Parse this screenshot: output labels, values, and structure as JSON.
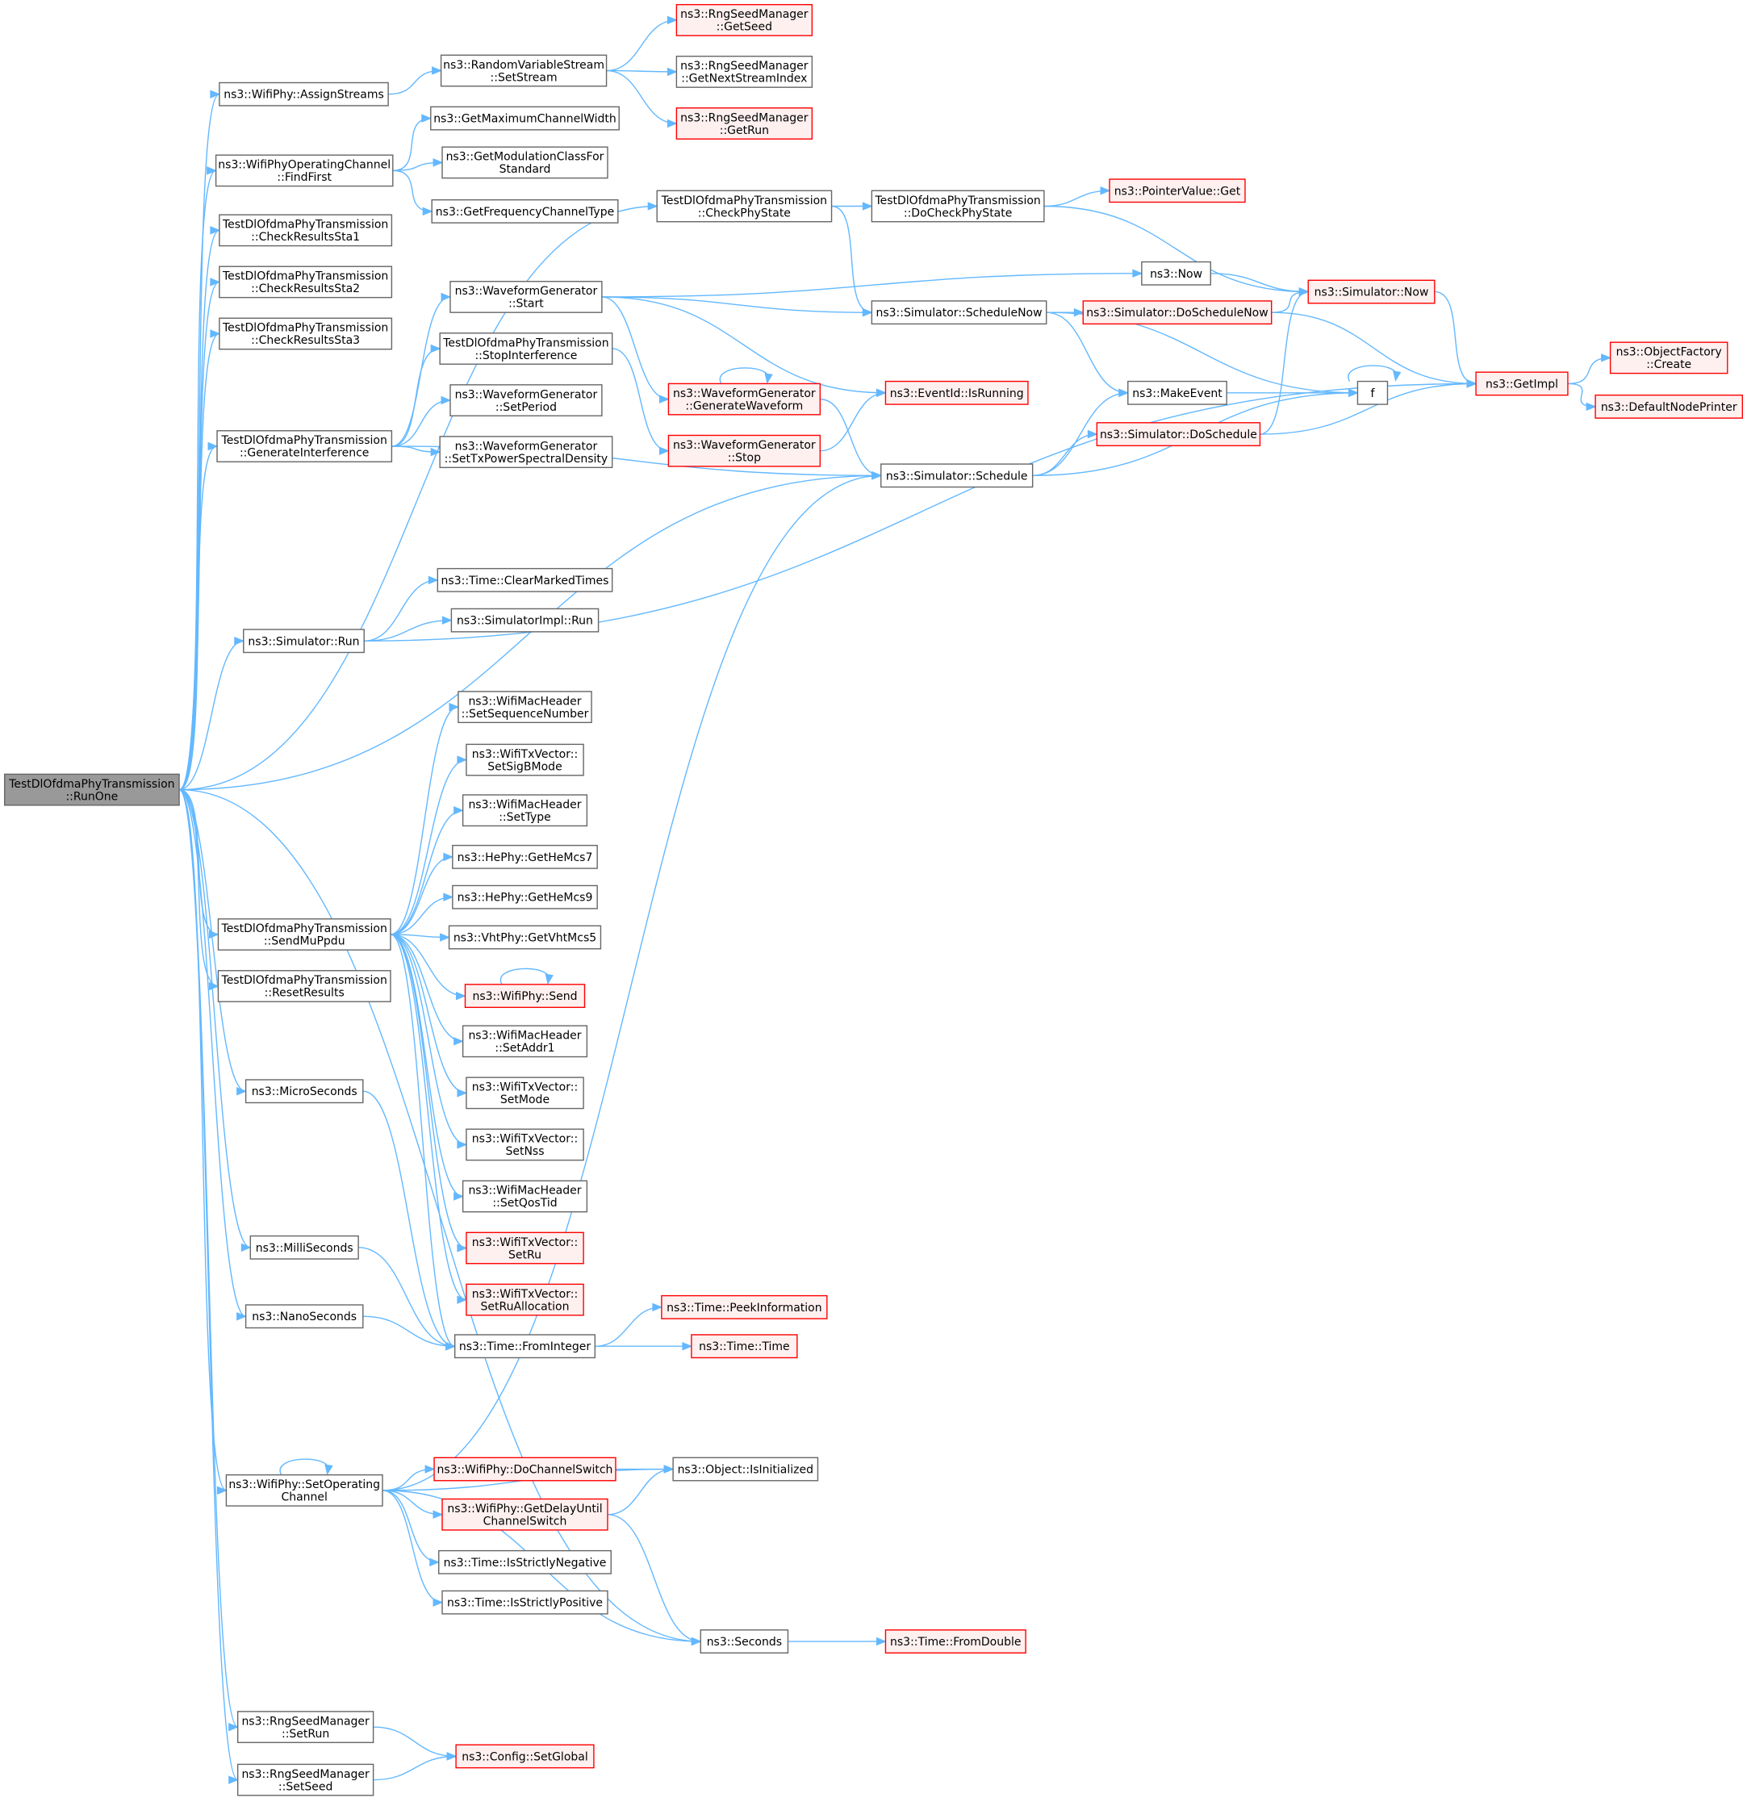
{
  "diagram": {
    "colors": {
      "edge": "#63b8ff",
      "normal_border": "#666666",
      "red_border": "#ff0000",
      "red_fill": "#fff0f0",
      "root_fill": "#999999"
    },
    "nodes": [
      {
        "id": "root",
        "lines": [
          "TestDlOfdmaPhyTransmission",
          "::RunOne"
        ],
        "style": "root"
      },
      {
        "id": "assignStreams",
        "lines": [
          "ns3::WifiPhy::AssignStreams"
        ],
        "style": "normal"
      },
      {
        "id": "findFirst",
        "lines": [
          "ns3::WifiPhyOperatingChannel",
          "::FindFirst"
        ],
        "style": "normal"
      },
      {
        "id": "crs1",
        "lines": [
          "TestDlOfdmaPhyTransmission",
          "::CheckResultsSta1"
        ],
        "style": "normal"
      },
      {
        "id": "crs2",
        "lines": [
          "TestDlOfdmaPhyTransmission",
          "::CheckResultsSta2"
        ],
        "style": "normal"
      },
      {
        "id": "crs3",
        "lines": [
          "TestDlOfdmaPhyTransmission",
          "::CheckResultsSta3"
        ],
        "style": "normal"
      },
      {
        "id": "genInterf",
        "lines": [
          "TestDlOfdmaPhyTransmission",
          "::GenerateInterference"
        ],
        "style": "normal"
      },
      {
        "id": "simRun",
        "lines": [
          "ns3::Simulator::Run"
        ],
        "style": "normal"
      },
      {
        "id": "sendMu",
        "lines": [
          "TestDlOfdmaPhyTransmission",
          "::SendMuPpdu"
        ],
        "style": "normal"
      },
      {
        "id": "resetRes",
        "lines": [
          "TestDlOfdmaPhyTransmission",
          "::ResetResults"
        ],
        "style": "normal"
      },
      {
        "id": "micro",
        "lines": [
          "ns3::MicroSeconds"
        ],
        "style": "normal"
      },
      {
        "id": "milli",
        "lines": [
          "ns3::MilliSeconds"
        ],
        "style": "normal"
      },
      {
        "id": "nano",
        "lines": [
          "ns3::NanoSeconds"
        ],
        "style": "normal"
      },
      {
        "id": "setOpCh",
        "lines": [
          "ns3::WifiPhy::SetOperating",
          "Channel"
        ],
        "style": "normal"
      },
      {
        "id": "rngSetRun",
        "lines": [
          "ns3::RngSeedManager",
          "::SetRun"
        ],
        "style": "normal"
      },
      {
        "id": "rngSetSeed",
        "lines": [
          "ns3::RngSeedManager",
          "::SetSeed"
        ],
        "style": "normal"
      },
      {
        "id": "rvsSetStream",
        "lines": [
          "ns3::RandomVariableStream",
          "::SetStream"
        ],
        "style": "normal"
      },
      {
        "id": "getMaxCw",
        "lines": [
          "ns3::GetMaximumChannelWidth"
        ],
        "style": "normal"
      },
      {
        "id": "getModClass",
        "lines": [
          "ns3::GetModulationClassFor",
          "Standard"
        ],
        "style": "normal"
      },
      {
        "id": "getFreqType",
        "lines": [
          "ns3::GetFrequencyChannelType"
        ],
        "style": "normal"
      },
      {
        "id": "wgStart",
        "lines": [
          "ns3::WaveformGenerator",
          "::Start"
        ],
        "style": "normal"
      },
      {
        "id": "stopInterf",
        "lines": [
          "TestDlOfdmaPhyTransmission",
          "::StopInterference"
        ],
        "style": "normal"
      },
      {
        "id": "wgSetPeriod",
        "lines": [
          "ns3::WaveformGenerator",
          "::SetPeriod"
        ],
        "style": "normal"
      },
      {
        "id": "wgSetTxPsd",
        "lines": [
          "ns3::WaveformGenerator",
          "::SetTxPowerSpectralDensity"
        ],
        "style": "normal"
      },
      {
        "id": "clearMarked",
        "lines": [
          "ns3::Time::ClearMarkedTimes"
        ],
        "style": "normal"
      },
      {
        "id": "simImplRun",
        "lines": [
          "ns3::SimulatorImpl::Run"
        ],
        "style": "normal"
      },
      {
        "id": "setSeqNum",
        "lines": [
          "ns3::WifiMacHeader",
          "::SetSequenceNumber"
        ],
        "style": "normal"
      },
      {
        "id": "setSigB",
        "lines": [
          "ns3::WifiTxVector::",
          "SetSigBMode"
        ],
        "style": "normal"
      },
      {
        "id": "setType",
        "lines": [
          "ns3::WifiMacHeader",
          "::SetType"
        ],
        "style": "normal"
      },
      {
        "id": "heMcs7",
        "lines": [
          "ns3::HePhy::GetHeMcs7"
        ],
        "style": "normal"
      },
      {
        "id": "heMcs9",
        "lines": [
          "ns3::HePhy::GetHeMcs9"
        ],
        "style": "normal"
      },
      {
        "id": "vhtMcs5",
        "lines": [
          "ns3::VhtPhy::GetVhtMcs5"
        ],
        "style": "normal"
      },
      {
        "id": "phySend",
        "lines": [
          "ns3::WifiPhy::Send"
        ],
        "style": "red"
      },
      {
        "id": "setAddr1",
        "lines": [
          "ns3::WifiMacHeader",
          "::SetAddr1"
        ],
        "style": "normal"
      },
      {
        "id": "setMode",
        "lines": [
          "ns3::WifiTxVector::",
          "SetMode"
        ],
        "style": "normal"
      },
      {
        "id": "setNss",
        "lines": [
          "ns3::WifiTxVector::",
          "SetNss"
        ],
        "style": "normal"
      },
      {
        "id": "setQosTid",
        "lines": [
          "ns3::WifiMacHeader",
          "::SetQosTid"
        ],
        "style": "normal"
      },
      {
        "id": "setRu",
        "lines": [
          "ns3::WifiTxVector::",
          "SetRu"
        ],
        "style": "red"
      },
      {
        "id": "setRuAlloc",
        "lines": [
          "ns3::WifiTxVector::",
          "SetRuAllocation"
        ],
        "style": "red"
      },
      {
        "id": "fromInteger",
        "lines": [
          "ns3::Time::FromInteger"
        ],
        "style": "normal"
      },
      {
        "id": "doChSwitch",
        "lines": [
          "ns3::WifiPhy::DoChannelSwitch"
        ],
        "style": "red"
      },
      {
        "id": "getDelayCs",
        "lines": [
          "ns3::WifiPhy::GetDelayUntil",
          "ChannelSwitch"
        ],
        "style": "red"
      },
      {
        "id": "isStrictNeg",
        "lines": [
          "ns3::Time::IsStrictlyNegative"
        ],
        "style": "normal"
      },
      {
        "id": "isStrictPos",
        "lines": [
          "ns3::Time::IsStrictlyPositive"
        ],
        "style": "normal"
      },
      {
        "id": "setGlobal",
        "lines": [
          "ns3::Config::SetGlobal"
        ],
        "style": "red"
      },
      {
        "id": "rngGetSeed",
        "lines": [
          "ns3::RngSeedManager",
          "::GetSeed"
        ],
        "style": "red"
      },
      {
        "id": "rngNextIdx",
        "lines": [
          "ns3::RngSeedManager",
          "::GetNextStreamIndex"
        ],
        "style": "normal"
      },
      {
        "id": "rngGetRun",
        "lines": [
          "ns3::RngSeedManager",
          "::GetRun"
        ],
        "style": "red"
      },
      {
        "id": "checkPhyState",
        "lines": [
          "TestDlOfdmaPhyTransmission",
          "::CheckPhyState"
        ],
        "style": "normal"
      },
      {
        "id": "wgGenWave",
        "lines": [
          "ns3::WaveformGenerator",
          "::GenerateWaveform"
        ],
        "style": "red"
      },
      {
        "id": "wgStop",
        "lines": [
          "ns3::WaveformGenerator",
          "::Stop"
        ],
        "style": "red"
      },
      {
        "id": "peekInfo",
        "lines": [
          "ns3::Time::PeekInformation"
        ],
        "style": "red"
      },
      {
        "id": "timeTime",
        "lines": [
          "ns3::Time::Time"
        ],
        "style": "red"
      },
      {
        "id": "objIsInit",
        "lines": [
          "ns3::Object::IsInitialized"
        ],
        "style": "normal"
      },
      {
        "id": "seconds",
        "lines": [
          "ns3::Seconds"
        ],
        "style": "normal"
      },
      {
        "id": "doCheckPhy",
        "lines": [
          "TestDlOfdmaPhyTransmission",
          "::DoCheckPhyState"
        ],
        "style": "normal"
      },
      {
        "id": "nsNow",
        "lines": [
          "ns3::Now"
        ],
        "style": "normal"
      },
      {
        "id": "schedNow",
        "lines": [
          "ns3::Simulator::ScheduleNow"
        ],
        "style": "normal"
      },
      {
        "id": "isRunning",
        "lines": [
          "ns3::EventId::IsRunning"
        ],
        "style": "red"
      },
      {
        "id": "schedule",
        "lines": [
          "ns3::Simulator::Schedule"
        ],
        "style": "normal"
      },
      {
        "id": "fromDouble",
        "lines": [
          "ns3::Time::FromDouble"
        ],
        "style": "red"
      },
      {
        "id": "ptrGet",
        "lines": [
          "ns3::PointerValue::Get"
        ],
        "style": "red"
      },
      {
        "id": "doSchedNow",
        "lines": [
          "ns3::Simulator::DoScheduleNow"
        ],
        "style": "red"
      },
      {
        "id": "makeEvent",
        "lines": [
          "ns3::MakeEvent"
        ],
        "style": "normal"
      },
      {
        "id": "doSchedule",
        "lines": [
          "ns3::Simulator::DoSchedule"
        ],
        "style": "red"
      },
      {
        "id": "simNow",
        "lines": [
          "ns3::Simulator::Now"
        ],
        "style": "red"
      },
      {
        "id": "f",
        "lines": [
          "f"
        ],
        "style": "normal"
      },
      {
        "id": "getImpl",
        "lines": [
          "ns3::GetImpl"
        ],
        "style": "red"
      },
      {
        "id": "objFactCreate",
        "lines": [
          "ns3::ObjectFactory",
          "::Create"
        ],
        "style": "red"
      },
      {
        "id": "defNodePrinter",
        "lines": [
          "ns3::DefaultNodePrinter"
        ],
        "style": "red"
      }
    ],
    "edges": [
      [
        "root",
        "assignStreams"
      ],
      [
        "root",
        "findFirst"
      ],
      [
        "root",
        "crs1"
      ],
      [
        "root",
        "crs2"
      ],
      [
        "root",
        "crs3"
      ],
      [
        "root",
        "checkPhyState"
      ],
      [
        "root",
        "genInterf"
      ],
      [
        "root",
        "schedule"
      ],
      [
        "root",
        "simRun"
      ],
      [
        "root",
        "sendMu"
      ],
      [
        "root",
        "resetRes"
      ],
      [
        "root",
        "micro"
      ],
      [
        "root",
        "milli"
      ],
      [
        "root",
        "nano"
      ],
      [
        "root",
        "setOpCh"
      ],
      [
        "root",
        "seconds"
      ],
      [
        "root",
        "rngSetRun"
      ],
      [
        "root",
        "rngSetSeed"
      ],
      [
        "assignStreams",
        "rvsSetStream"
      ],
      [
        "rvsSetStream",
        "rngGetSeed"
      ],
      [
        "rvsSetStream",
        "rngNextIdx"
      ],
      [
        "rvsSetStream",
        "rngGetRun"
      ],
      [
        "findFirst",
        "getMaxCw"
      ],
      [
        "findFirst",
        "getModClass"
      ],
      [
        "findFirst",
        "getFreqType"
      ],
      [
        "checkPhyState",
        "doCheckPhy"
      ],
      [
        "checkPhyState",
        "schedNow"
      ],
      [
        "doCheckPhy",
        "ptrGet"
      ],
      [
        "doCheckPhy",
        "simNow"
      ],
      [
        "genInterf",
        "wgStart"
      ],
      [
        "genInterf",
        "stopInterf"
      ],
      [
        "genInterf",
        "wgSetPeriod"
      ],
      [
        "genInterf",
        "wgSetTxPsd"
      ],
      [
        "genInterf",
        "schedule"
      ],
      [
        "wgStart",
        "nsNow"
      ],
      [
        "wgStart",
        "schedNow"
      ],
      [
        "wgStart",
        "wgGenWave"
      ],
      [
        "wgStart",
        "isRunning"
      ],
      [
        "stopInterf",
        "wgStop"
      ],
      [
        "wgGenWave",
        "wgGenWave"
      ],
      [
        "wgGenWave",
        "schedule"
      ],
      [
        "wgStop",
        "isRunning"
      ],
      [
        "nsNow",
        "simNow"
      ],
      [
        "schedNow",
        "doSchedNow"
      ],
      [
        "schedNow",
        "makeEvent"
      ],
      [
        "schedNow",
        "f"
      ],
      [
        "doSchedNow",
        "simNow"
      ],
      [
        "doSchedNow",
        "getImpl"
      ],
      [
        "schedule",
        "makeEvent"
      ],
      [
        "schedule",
        "doSchedule"
      ],
      [
        "schedule",
        "f"
      ],
      [
        "doSchedule",
        "simNow"
      ],
      [
        "doSchedule",
        "getImpl"
      ],
      [
        "makeEvent",
        "f"
      ],
      [
        "f",
        "f"
      ],
      [
        "simNow",
        "getImpl"
      ],
      [
        "getImpl",
        "objFactCreate"
      ],
      [
        "getImpl",
        "defNodePrinter"
      ],
      [
        "simRun",
        "clearMarked"
      ],
      [
        "simRun",
        "simImplRun"
      ],
      [
        "simRun",
        "getImpl"
      ],
      [
        "sendMu",
        "setSeqNum"
      ],
      [
        "sendMu",
        "setSigB"
      ],
      [
        "sendMu",
        "setType"
      ],
      [
        "sendMu",
        "heMcs7"
      ],
      [
        "sendMu",
        "heMcs9"
      ],
      [
        "sendMu",
        "vhtMcs5"
      ],
      [
        "sendMu",
        "phySend"
      ],
      [
        "sendMu",
        "setAddr1"
      ],
      [
        "sendMu",
        "setMode"
      ],
      [
        "sendMu",
        "setNss"
      ],
      [
        "sendMu",
        "setQosTid"
      ],
      [
        "sendMu",
        "setRu"
      ],
      [
        "sendMu",
        "setRuAlloc"
      ],
      [
        "sendMu",
        "fromInteger"
      ],
      [
        "phySend",
        "phySend"
      ],
      [
        "micro",
        "fromInteger"
      ],
      [
        "milli",
        "fromInteger"
      ],
      [
        "nano",
        "fromInteger"
      ],
      [
        "fromInteger",
        "peekInfo"
      ],
      [
        "fromInteger",
        "timeTime"
      ],
      [
        "setOpCh",
        "setOpCh"
      ],
      [
        "setOpCh",
        "schedule"
      ],
      [
        "setOpCh",
        "objIsInit"
      ],
      [
        "setOpCh",
        "doChSwitch"
      ],
      [
        "setOpCh",
        "getDelayCs"
      ],
      [
        "setOpCh",
        "isStrictNeg"
      ],
      [
        "setOpCh",
        "isStrictPos"
      ],
      [
        "setOpCh",
        "seconds"
      ],
      [
        "doChSwitch",
        "objIsInit"
      ],
      [
        "getDelayCs",
        "objIsInit"
      ],
      [
        "getDelayCs",
        "seconds"
      ],
      [
        "seconds",
        "fromDouble"
      ],
      [
        "rngSetRun",
        "setGlobal"
      ],
      [
        "rngSetSeed",
        "setGlobal"
      ]
    ]
  }
}
